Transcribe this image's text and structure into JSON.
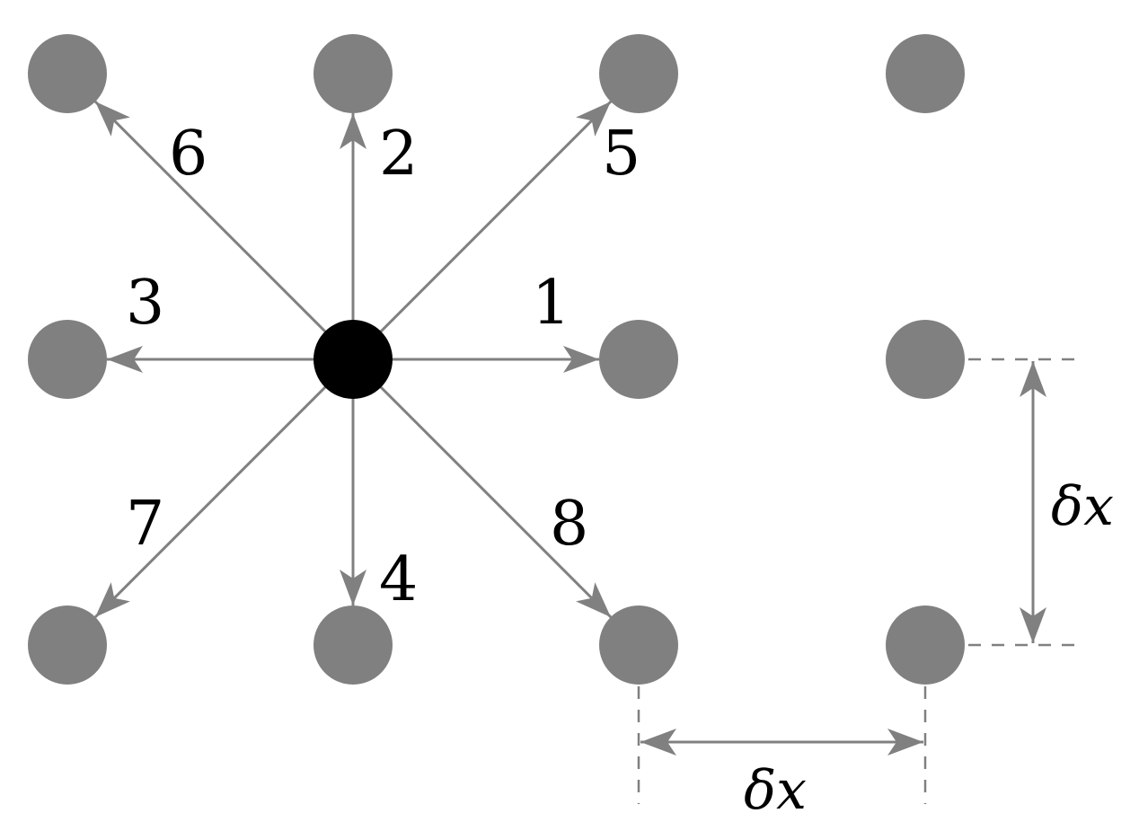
{
  "diagram": {
    "colors": {
      "neighbor_node": "#808080",
      "center_node": "#000000",
      "arrow": "#808080",
      "label": "#000000"
    },
    "direction_labels": [
      "1",
      "2",
      "3",
      "4",
      "5",
      "6",
      "7",
      "8"
    ],
    "spacing_labels": {
      "horizontal": "δx",
      "vertical": "δx"
    }
  }
}
